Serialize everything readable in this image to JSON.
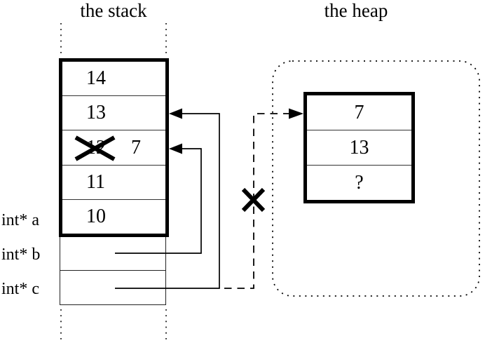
{
  "titles": {
    "stack": "the stack",
    "heap": "the heap"
  },
  "stack": {
    "cells": [
      {
        "value": "14"
      },
      {
        "value": "13"
      },
      {
        "value": "12",
        "crossed_out": true,
        "new_value": "7"
      },
      {
        "value": "11"
      },
      {
        "value": "10"
      }
    ],
    "labels": [
      {
        "text": "int* a"
      },
      {
        "text": "int* b"
      },
      {
        "text": "int* c"
      }
    ]
  },
  "heap": {
    "cells": [
      {
        "value": "7"
      },
      {
        "value": "13"
      },
      {
        "value": "?"
      }
    ]
  },
  "pointers": [
    {
      "from": "int* b",
      "to": "stack cell holding 12 (now 7)",
      "style": "solid"
    },
    {
      "from": "int* c",
      "to": "stack cell holding 13",
      "style": "solid"
    },
    {
      "from": "int* c",
      "to": "heap cell holding 7",
      "style": "dashed",
      "crossed_out": true
    }
  ],
  "colors": {
    "ink": "#000000",
    "background": "#ffffff"
  }
}
